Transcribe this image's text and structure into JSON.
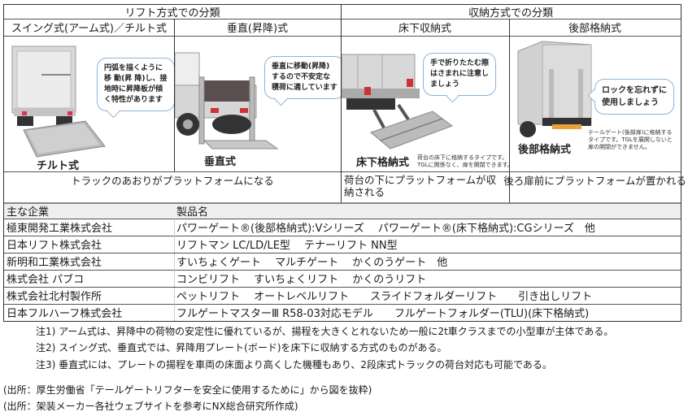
{
  "header": {
    "group_lift": "リフト方式での分類",
    "group_storage": "収納方式での分類",
    "columns": [
      {
        "title": "スイング式(アーム式)／チルト式",
        "caption": "チルト式",
        "bubble": [
          "円弧を描くように",
          "移 動(昇 降)し、接",
          "地時に昇降板が傾",
          "く特性があります"
        ]
      },
      {
        "title": "垂直(昇降)式",
        "caption": "垂直式",
        "bubble": [
          "垂直に移動(昇降)",
          "するので不安定な",
          "積荷に適しています"
        ]
      },
      {
        "title": "床下収納式",
        "caption": "床下格納式",
        "bubble": [
          "手で折りたたむ際",
          "はさまれに注意し",
          "ましょう"
        ],
        "small_note": [
          "荷台の床下に格納するタイプです。",
          "TGLに関係なく、扉を開閉できます。"
        ]
      },
      {
        "title": "後部格納式",
        "caption": "後部格納式",
        "bubble": [
          "ロックを忘れずに",
          "使用しましょう"
        ],
        "small_note": [
          "テールゲート(後部扉)に格納する",
          "タイプです。TGLを展開しないと",
          "扉の開閉ができません。"
        ]
      }
    ]
  },
  "descriptions": {
    "lift": "トラックのあおりがプラットフォームになる",
    "underfloor": "荷台の下にプラットフォームが収納される",
    "rear": "後ろ扉前にプラットフォームが置かれる"
  },
  "companies": {
    "col_company": "主な企業",
    "col_products": "製品名",
    "rows": [
      {
        "company": "極東開発工業株式会社",
        "products": "パワーゲート®(後部格納式):Vシリーズ　 パワーゲート®(床下格納式):CGシリーズ　他"
      },
      {
        "company": "日本リフト株式会社",
        "products": "リフトマン LC/LD/LE型　 テナーリフト NN型"
      },
      {
        "company": "新明和工業株式会社",
        "products": "すいちょくゲート　 マルチゲート　 かくのうゲート　他"
      },
      {
        "company": "株式会社 パブコ",
        "products": "コンビリフト　 すいちょくリフト　 かくのうリフト"
      },
      {
        "company": "株式会社北村製作所",
        "products": "ペットリフト　 オートレベルリフト　　スライドフォルダーリフト　　引き出しリフト"
      },
      {
        "company": "日本フルハーフ株式会社",
        "products": "フルゲートマスターⅢ R58-03対応モデル　　フルゲートフォルダー(TLU)(床下格納式)"
      }
    ]
  },
  "notes": [
    "注1) アーム式は、昇降中の荷物の安定性に優れているが、揚程を大きくとれないため一般に2t車クラスまでの小型車が主体である。",
    "注2) スイング式、垂直式では、昇降用プレート(ボード)を床下に収納する方式のものがある。",
    "注3) 垂直式には、プレートの揚程を車両の床面より高くした機種もあり、2段床式トラックの荷台対応も可能である。"
  ],
  "sources": [
    "(出所：厚生労働省「テールゲートリフターを安全に使用するために」から図を抜粋)",
    "(出所：架装メーカー各社ウェブサイトを参考にNX総合研究所作成)"
  ]
}
